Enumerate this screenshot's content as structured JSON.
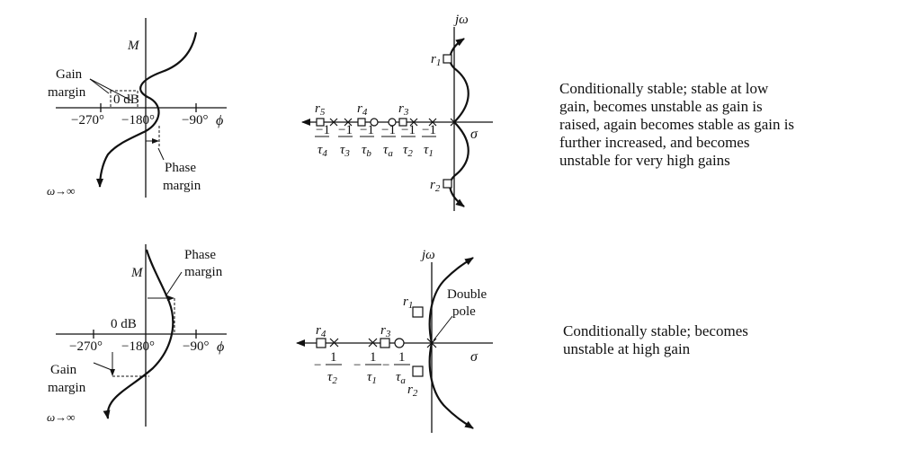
{
  "row1": {
    "nichols": {
      "m_axis": "M",
      "gain_margin": [
        "Gain",
        "margin"
      ],
      "zero_db": "0 dB",
      "phase_ticks": [
        "−270°",
        "−180°",
        "−90°"
      ],
      "phi": "ϕ",
      "phase_margin": [
        "Phase",
        "margin"
      ],
      "omega_inf": "ω→∞"
    },
    "root_locus": {
      "jw": "jω",
      "sigma": "σ",
      "r_labels": [
        "r5",
        "r4",
        "r3",
        "r1",
        "r2"
      ],
      "tau_subs": [
        "4",
        "3",
        "b",
        "a",
        "2",
        "1"
      ],
      "numerator": "−1"
    },
    "description": [
      "Conditionally stable; stable at low",
      "gain, becomes unstable as gain is",
      "raised, again becomes stable as gain is",
      "further increased, and becomes",
      "unstable for very high gains"
    ]
  },
  "row2": {
    "nichols": {
      "m_axis": "M",
      "phase_margin": [
        "Phase",
        "margin"
      ],
      "zero_db": "0 dB",
      "phase_ticks": [
        "−270°",
        "−180°",
        "−90°"
      ],
      "phi": "ϕ",
      "gain_margin": [
        "Gain",
        "margin"
      ],
      "omega_inf": "ω→∞"
    },
    "root_locus": {
      "jw": "jω",
      "sigma": "σ",
      "double_pole": [
        "Double",
        "pole"
      ],
      "r_labels": [
        "r4",
        "r3",
        "r1",
        "r2"
      ],
      "tau_subs": [
        "2",
        "1",
        "a"
      ],
      "numerator": "1",
      "minus": "−"
    },
    "description": [
      "Conditionally stable; becomes",
      "unstable at high gain"
    ]
  }
}
